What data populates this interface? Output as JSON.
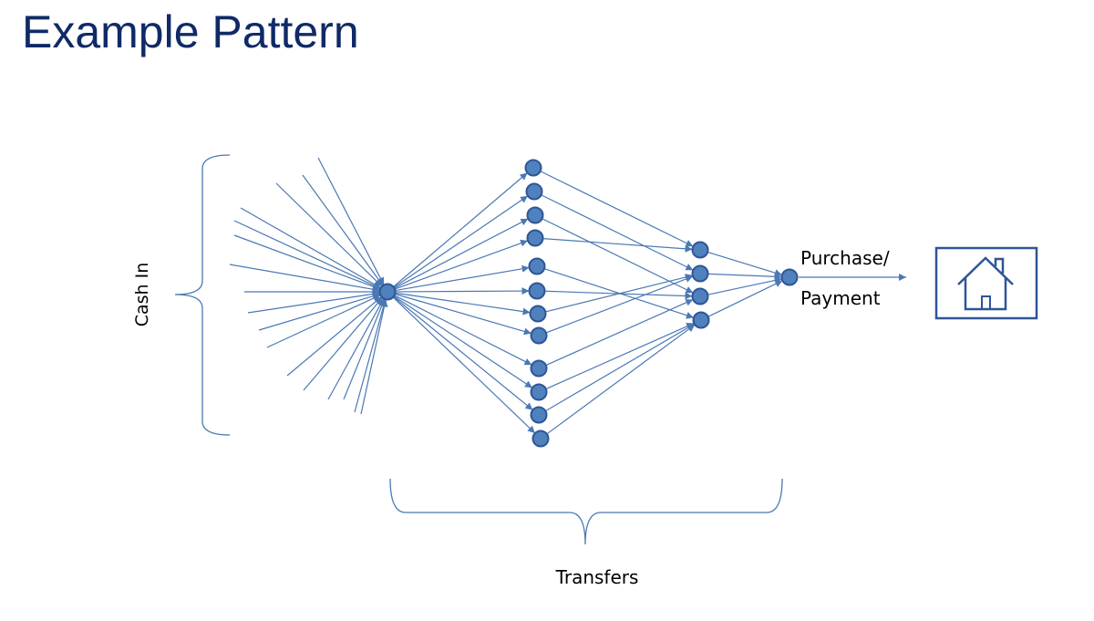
{
  "title": "Example Pattern",
  "labels": {
    "cash_in": "Cash In",
    "purchase_line1": "Purchase/",
    "purchase_line2": "Payment",
    "transfers": "Transfers"
  },
  "icons": {
    "destination": "house-icon"
  },
  "colors": {
    "title": "#0f2a66",
    "edge": "#4a78b4",
    "node_fill": "#4f81bd",
    "node_stroke": "#2f5597",
    "icon_stroke": "#2f5597"
  }
}
